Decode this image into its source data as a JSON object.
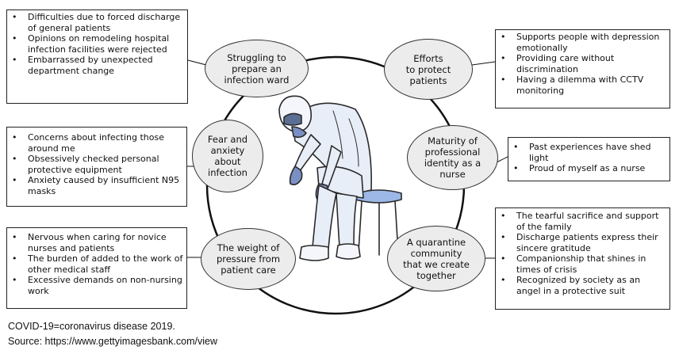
{
  "themes": [
    {
      "id": "t1",
      "label": "Struggling to\nprepare an\ninfection ward",
      "items": [
        "Difficulties due to forced discharge of general patients",
        "Opinions on remodeling hospital infection facilities were rejected",
        "Embarrassed by unexpected department change"
      ]
    },
    {
      "id": "t2",
      "label": "Efforts\nto protect\npatients",
      "items": [
        "Supports people with depression emotionally",
        "Providing care without discrimination",
        "Having a dilemma with CCTV monitoring"
      ]
    },
    {
      "id": "t3",
      "label": "Fear and\nanxiety\nabout\ninfection",
      "items": [
        "Concerns about infecting those around me",
        "Obsessively checked personal protective equipment",
        "Anxiety caused by insufficient N95 masks"
      ]
    },
    {
      "id": "t4",
      "label": "Maturity of\nprofessional\nidentity as a\nnurse",
      "items": [
        "Past experiences have shed light",
        "Proud of myself as a nurse"
      ]
    },
    {
      "id": "t5",
      "label": "The weight of\npressure from\npatient care",
      "items": [
        "Nervous when caring for novice nurses and patients",
        "The burden of added to the work of other medical staff",
        "Excessive demands on non-nursing work"
      ]
    },
    {
      "id": "t6",
      "label": "A quarantine\ncommunity\nthat we create\ntogether",
      "items": [
        "The tearful sacrifice and support of the family",
        "Discharge patients express their sincere gratitude",
        "Companionship that shines in times of crisis",
        "Recognized by society as an angel in a protective suit"
      ]
    }
  ],
  "footnote": "COVID-19=coronavirus disease 2019.",
  "source": "Source: https://www.gettyimagesbank.com/view"
}
